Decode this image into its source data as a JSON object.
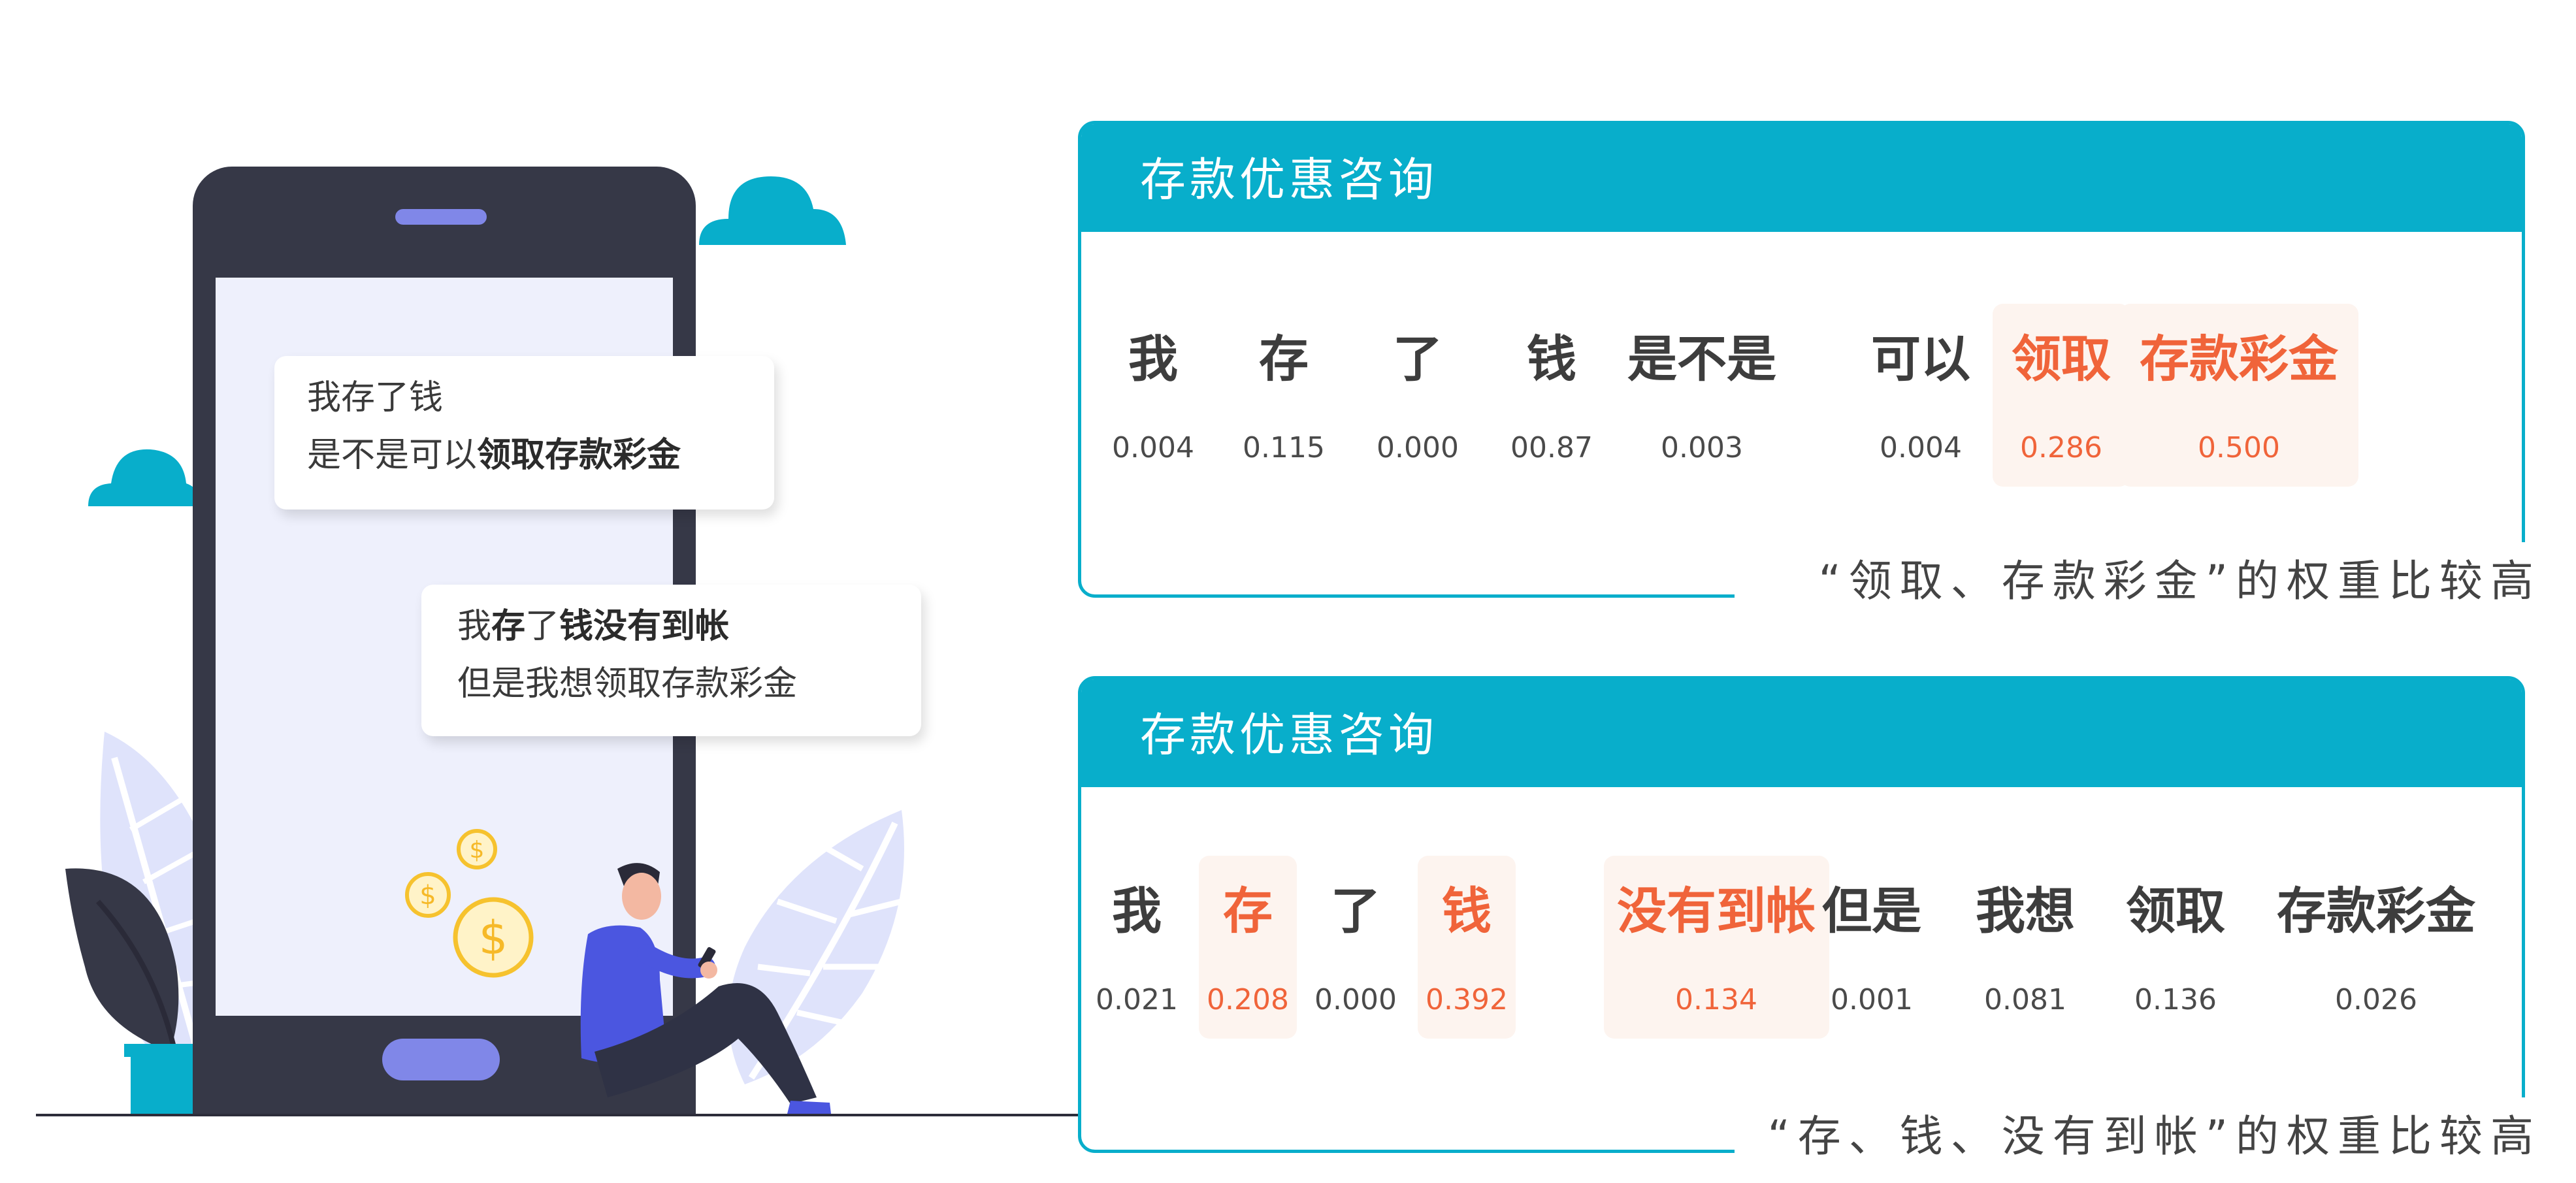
{
  "colors": {
    "teal": "#08aecb",
    "highlight_text": "#f0643a",
    "highlight_bg": "#fdf4ef",
    "phone_body": "#363847",
    "phone_accent": "#8087e8"
  },
  "messages": [
    {
      "lines": [
        [
          {
            "text": "我存了钱",
            "bold": false
          }
        ],
        [
          {
            "text": "是不是可以",
            "bold": false
          },
          {
            "text": "领取存款彩金",
            "bold": true
          }
        ]
      ]
    },
    {
      "lines": [
        [
          {
            "text": "我",
            "bold": false
          },
          {
            "text": "存",
            "bold": true
          },
          {
            "text": "了",
            "bold": false
          },
          {
            "text": "钱没有到帐",
            "bold": true
          }
        ],
        [
          {
            "text": "但是我想领取存款彩金",
            "bold": false
          }
        ]
      ]
    }
  ],
  "cards": [
    {
      "title": "存款优惠咨询",
      "caption": "“领取、存款彩金”的权重比较高",
      "tokens": [
        {
          "word": "我",
          "weight": "0.004",
          "highlight": false
        },
        {
          "word": "存",
          "weight": "0.115",
          "highlight": false
        },
        {
          "word": "了",
          "weight": "0.000",
          "highlight": false
        },
        {
          "word": "钱",
          "weight": "00.87",
          "highlight": false
        },
        {
          "word": "是不是",
          "weight": "0.003",
          "highlight": false
        },
        {
          "word": "可以",
          "weight": "0.004",
          "highlight": false
        },
        {
          "word": "领取",
          "weight": "0.286",
          "highlight": true
        },
        {
          "word": "存款彩金",
          "weight": "0.500",
          "highlight": true
        }
      ]
    },
    {
      "title": "存款优惠咨询",
      "caption": "“存、钱、没有到帐”的权重比较高",
      "tokens": [
        {
          "word": "我",
          "weight": "0.021",
          "highlight": false
        },
        {
          "word": "存",
          "weight": "0.208",
          "highlight": true
        },
        {
          "word": "了",
          "weight": "0.000",
          "highlight": false
        },
        {
          "word": "钱",
          "weight": "0.392",
          "highlight": true
        },
        {
          "word": "没有到帐",
          "weight": "0.134",
          "highlight": true
        },
        {
          "word": "但是",
          "weight": "0.001",
          "highlight": false
        },
        {
          "word": "我想",
          "weight": "0.081",
          "highlight": false
        },
        {
          "word": "领取",
          "weight": "0.136",
          "highlight": false
        },
        {
          "word": "存款彩金",
          "weight": "0.026",
          "highlight": false
        }
      ]
    }
  ]
}
